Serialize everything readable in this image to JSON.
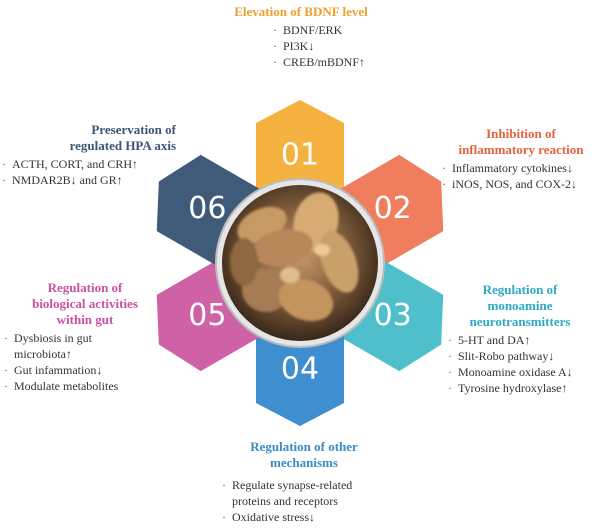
{
  "colors": {
    "p1": "#F6B240",
    "p2": "#EF7D5E",
    "p3": "#4FBFCB",
    "p4": "#3E8ED0",
    "p5": "#CF62A6",
    "p6": "#3F5B79",
    "t1": "#EFA02C",
    "t2": "#E5623F",
    "t3": "#2EA9C4",
    "t4": "#3A8BC9",
    "t5": "#C9529E",
    "t6": "#3A5676"
  },
  "petals": [
    {
      "num": "01"
    },
    {
      "num": "02"
    },
    {
      "num": "03"
    },
    {
      "num": "04"
    },
    {
      "num": "05"
    },
    {
      "num": "06"
    }
  ],
  "blocks": {
    "b1": {
      "title_lines": [
        "Elevation of BDNF level"
      ],
      "items": [
        "BDNF/ERK",
        "PI3K↓",
        "CREB/mBDNF↑"
      ]
    },
    "b2": {
      "title_lines": [
        "Inhibition of",
        "inflammatory reaction"
      ],
      "items": [
        "Inflammatory cytokines↓",
        "iNOS, NOS, and COX-2↓"
      ]
    },
    "b3": {
      "title_lines": [
        "Regulation of",
        "monoamine",
        "neurotransmitters"
      ],
      "items": [
        "5-HT and DA↑",
        "Slit-Robo pathway↓",
        "Monoamine oxidase A↓",
        "Tyrosine hydroxylase↑"
      ]
    },
    "b4": {
      "title_lines": [
        "Regulation of other",
        "mechanisms"
      ],
      "items": [
        "Regulate synapse-related",
        "proteins and receptors",
        "Oxidative stress↓"
      ]
    },
    "b5": {
      "title_lines": [
        "Regulation of",
        "biological activities",
        "within gut"
      ],
      "items": [
        "Dysbiosis in gut",
        "microbiota↑",
        "Gut infammation↓",
        "Modulate metabolites"
      ]
    },
    "b6": {
      "title_lines": [
        "Preservation of",
        "regulated HPA axis"
      ],
      "items": [
        "ACTH, CORT, and CRH↑",
        "NMDAR2B↓ and GR↑"
      ]
    }
  }
}
